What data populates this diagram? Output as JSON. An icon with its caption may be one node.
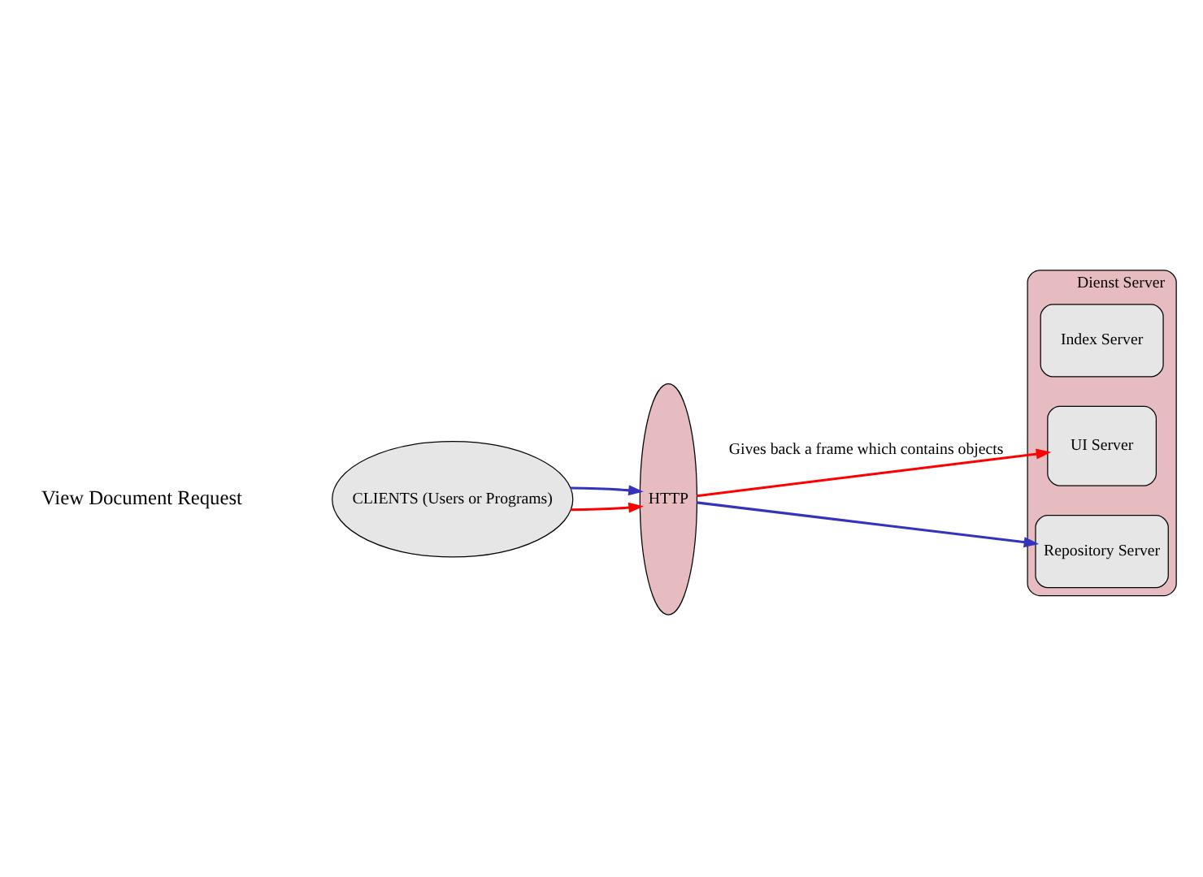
{
  "diagram": {
    "nodes": [
      {
        "text": [
          "CLIENTS (Users or Programs)"
        ]
      },
      {
        "text": [
          "HTTP"
        ]
      },
      {
        "text": [
          "Dienst Server"
        ]
      },
      {
        "text": [
          "Index Server"
        ],
        "in": 2
      },
      {
        "text": [
          "UI Server"
        ],
        "in": 2
      },
      {
        "text": [
          "Repository Server"
        ],
        "in": 2
      }
    ],
    "edges": [
      {
        "from": 0,
        "to": 1,
        "arrow": "to",
        "color": "#ff0000"
      },
      {
        "from": 1,
        "to": 4,
        "arrow": "to",
        "label": "Gives back a frame which contains objects",
        "color": "#ff0000"
      },
      {
        "from": 0,
        "to": 1,
        "arrow": "to",
        "color": "#3333bb"
      },
      {
        "from": 1,
        "to": 5,
        "arrow": "to",
        "color": "#3333bb"
      }
    ],
    "labels": [
      "View Document Request"
    ]
  }
}
